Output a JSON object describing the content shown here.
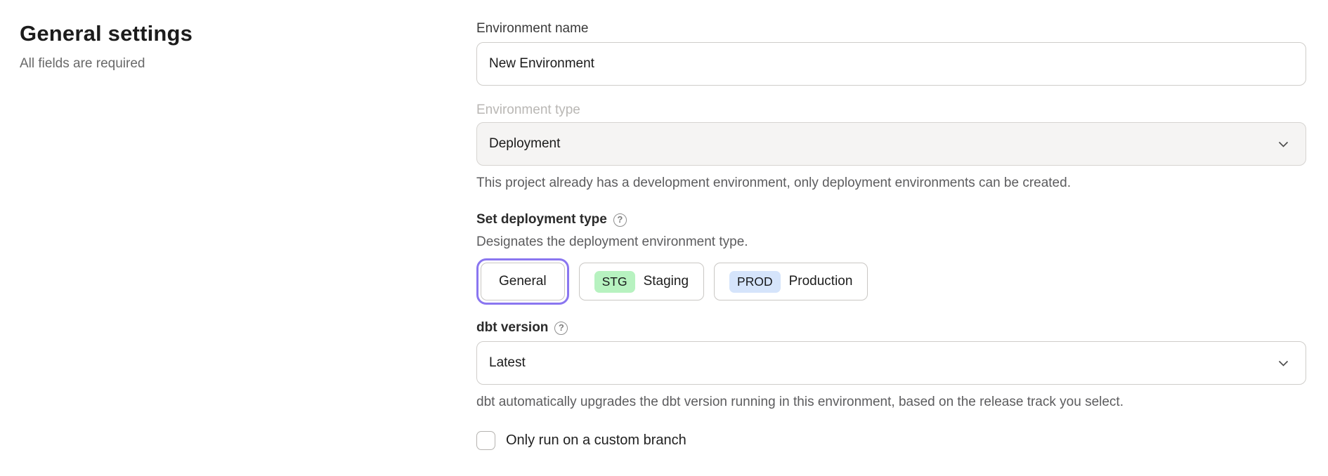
{
  "page": {
    "title": "General settings",
    "subtitle": "All fields are required"
  },
  "form": {
    "environment_name": {
      "label": "Environment name",
      "value": "New Environment"
    },
    "environment_type": {
      "label": "Environment type",
      "value": "Deployment",
      "disabled": true,
      "helper": "This project already has a development environment, only deployment environments can be created."
    },
    "deployment_type": {
      "label": "Set deployment type",
      "helper": "Designates the deployment environment type.",
      "options": [
        {
          "label": "General",
          "selected": true
        },
        {
          "badge": "STG",
          "label": "Staging",
          "badge_color": "#b7f2c0",
          "selected": false
        },
        {
          "badge": "PROD",
          "label": "Production",
          "badge_color": "#d5e4fb",
          "selected": false
        }
      ]
    },
    "dbt_version": {
      "label": "dbt version",
      "value": "Latest",
      "helper": "dbt automatically upgrades the dbt version running in this environment, based on the release track you select."
    },
    "custom_branch": {
      "label": "Only run on a custom branch",
      "checked": false
    }
  },
  "icons": {
    "help_glyph": "?"
  },
  "colors": {
    "accent_purple": "#8a76f0",
    "staging_badge": "#b7f2c0",
    "production_badge": "#d5e4fb",
    "disabled_field_bg": "#f5f4f3"
  }
}
